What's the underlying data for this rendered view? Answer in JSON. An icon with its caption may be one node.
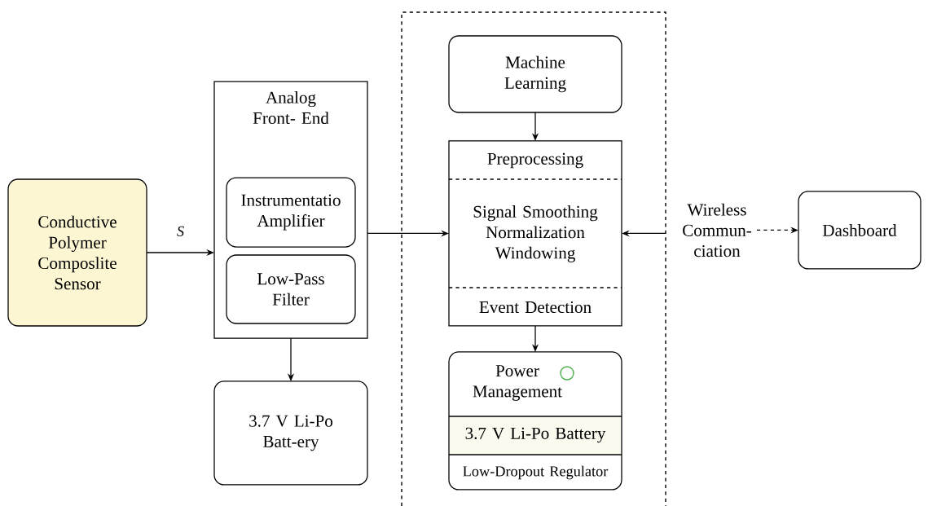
{
  "diagram": {
    "nodes": [
      {
        "text": [
          "Conductive Polymer Composlite Sensor"
        ]
      },
      {
        "text": [
          "Analog Front- End"
        ]
      },
      {
        "text": [
          "Instrumentatio Amplifier"
        ],
        "in": 1
      },
      {
        "text": [
          "Low-Pass Filter"
        ],
        "in": 1
      },
      {
        "text": [
          "3.7 V Li-Po Batt-ery"
        ]
      },
      {
        "text": [],
        "shape": "box"
      },
      {
        "text": [
          "Machine Learning"
        ],
        "in": 5
      },
      {
        "text": [
          "Preprocessing",
          "Signal Smoothing Normalization Windowing",
          "Event Detection"
        ],
        "in": 5
      },
      {
        "text": [
          "Power Management",
          "3.7 V Li-Po Battery",
          "Low-Dropout Regulator"
        ],
        "in": 5
      },
      {
        "text": [
          "Wireless Commun- ciation"
        ]
      },
      {
        "text": [
          "Dashboard"
        ]
      }
    ],
    "edges": [
      {
        "from": 0,
        "to": 1,
        "arrow": "to",
        "label": "S"
      },
      {
        "from": 1,
        "to": 7,
        "arrow": "to"
      },
      {
        "from": 1,
        "to": 4,
        "arrow": "to"
      },
      {
        "from": 6,
        "to": 7,
        "arrow": "to"
      },
      {
        "from": 7,
        "to": 8,
        "arrow": "to"
      },
      {
        "from": 5,
        "to": 7,
        "arrow": "to"
      },
      {
        "from": 9,
        "to": 10,
        "arrow": "to",
        "style": "dashed"
      }
    ]
  }
}
